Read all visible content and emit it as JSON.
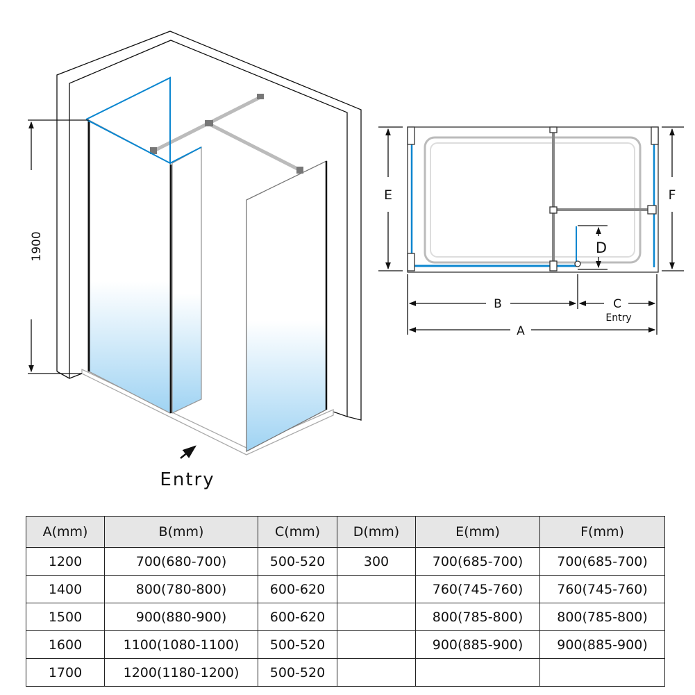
{
  "diagram": {
    "height_label": "1900",
    "entry_label": "Entry",
    "plan_labels": {
      "A": "A",
      "B": "B",
      "C": "C",
      "D": "D",
      "E": "E",
      "F": "F",
      "entry": "Entry"
    },
    "colors": {
      "glass_blue": "#9fd3f3",
      "accent_line": "#0a86d0"
    }
  },
  "table": {
    "headers": [
      "A(mm)",
      "B(mm)",
      "C(mm)",
      "D(mm)",
      "E(mm)",
      "F(mm)"
    ],
    "rows": [
      [
        "1200",
        "700(680-700)",
        "500-520",
        "300",
        "700(685-700)",
        "700(685-700)"
      ],
      [
        "1400",
        "800(780-800)",
        "600-620",
        "",
        "760(745-760)",
        "760(745-760)"
      ],
      [
        "1500",
        "900(880-900)",
        "600-620",
        "",
        "800(785-800)",
        "800(785-800)"
      ],
      [
        "1600",
        "1100(1080-1100)",
        "500-520",
        "",
        "900(885-900)",
        "900(885-900)"
      ],
      [
        "1700",
        "1200(1180-1200)",
        "500-520",
        "",
        "",
        ""
      ]
    ]
  }
}
